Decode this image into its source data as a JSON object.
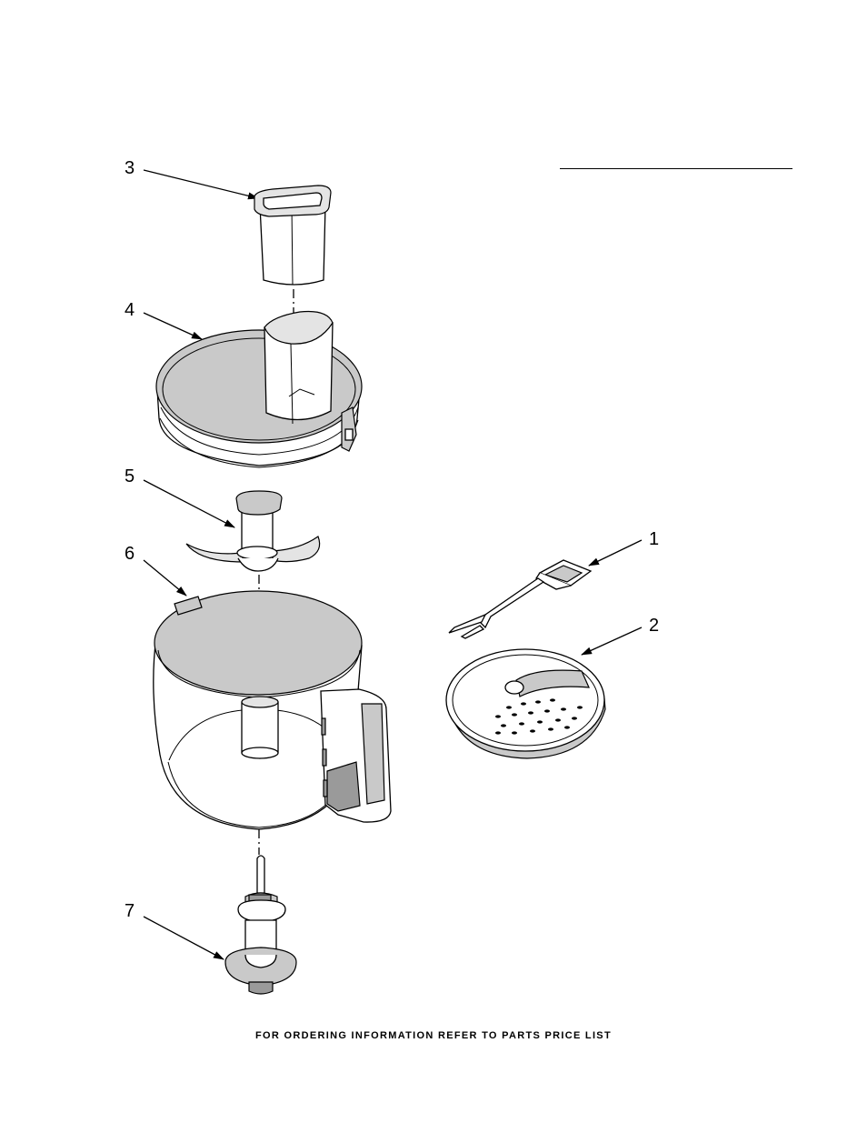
{
  "callouts": [
    "1",
    "2",
    "3",
    "4",
    "5",
    "6",
    "7"
  ],
  "parts": [
    {
      "callout": "1",
      "icon": "spatula-tool-icon"
    },
    {
      "callout": "2",
      "icon": "shredding-disc-icon"
    },
    {
      "callout": "3",
      "icon": "small-food-pusher-icon"
    },
    {
      "callout": "4",
      "icon": "work-bowl-cover-icon"
    },
    {
      "callout": "5",
      "icon": "chopping-blade-icon"
    },
    {
      "callout": "6",
      "icon": "work-bowl-icon"
    },
    {
      "callout": "7",
      "icon": "disc-adapter-stem-icon"
    }
  ],
  "footer": {
    "note": "FOR ORDERING INFORMATION REFER TO PARTS PRICE LIST"
  }
}
